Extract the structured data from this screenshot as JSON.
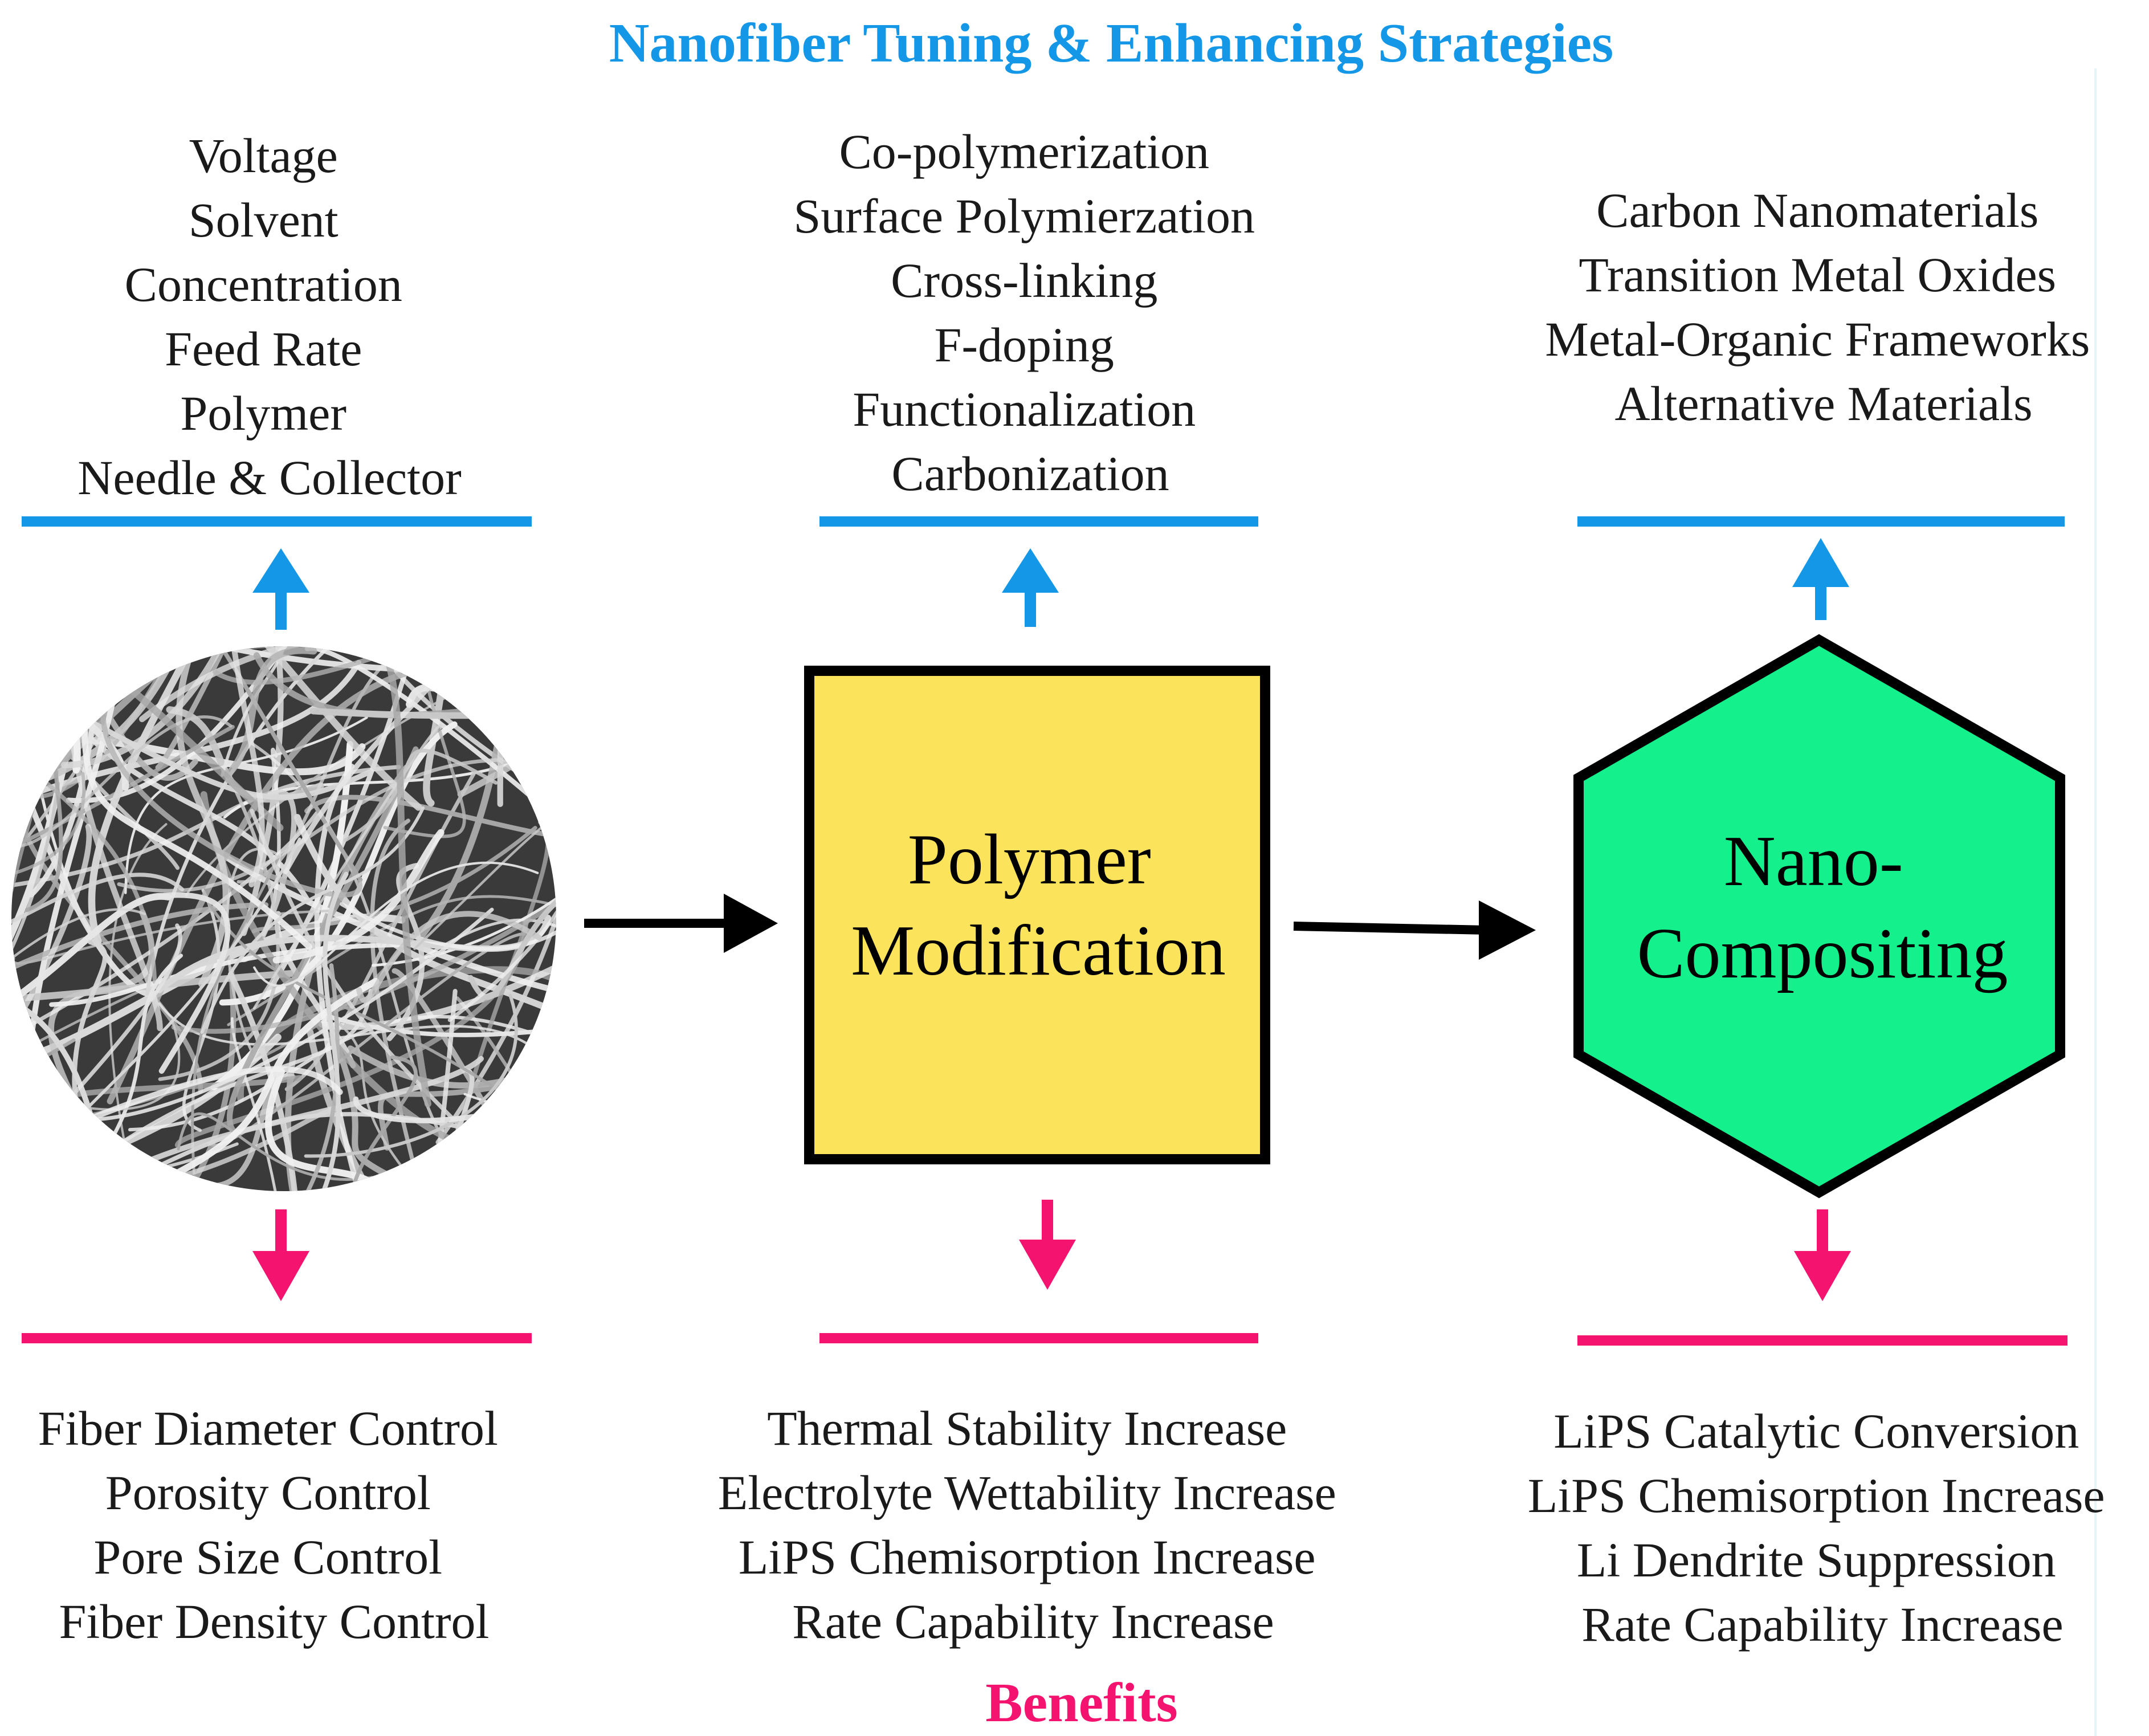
{
  "title": "Nanofiber Tuning & Enhancing Strategies",
  "footer_label": "Benefits",
  "colors": {
    "title": "#1597E8",
    "strategy_line": "#1597E8",
    "benefit_line": "#F4136F",
    "polymer_box_fill": "#FCE35C",
    "nano_hex_fill": "#13F08C",
    "outline": "#000000"
  },
  "sem_image": {
    "icon": "nanofiber-sem-micrograph"
  },
  "stages": [
    {
      "label_lines": [],
      "strategies": [
        "Voltage",
        "Solvent",
        "Concentration",
        "Feed Rate",
        "Polymer",
        "Needle & Collector"
      ],
      "benefits": [
        "Fiber Diameter Control",
        "Porosity Control",
        "Pore Size Control",
        "Fiber Density Control"
      ]
    },
    {
      "label_lines": [
        "Polymer",
        "Modification"
      ],
      "strategies": [
        "Co-polymerization",
        "Surface Polymierzation",
        "Cross-linking",
        "F-doping",
        "Functionalization",
        "Carbonization"
      ],
      "benefits": [
        "Thermal Stability Increase",
        "Electrolyte Wettability Increase",
        "LiPS Chemisorption Increase",
        "Rate Capability Increase"
      ]
    },
    {
      "label_lines": [
        "Nano-",
        "Compositing"
      ],
      "strategies": [
        "Carbon Nanomaterials",
        "Transition Metal Oxides",
        "Metal-Organic Frameworks",
        "Alternative Materials"
      ],
      "benefits": [
        "LiPS Catalytic Conversion",
        "LiPS Chemisorption Increase",
        "Li Dendrite Suppression",
        "Rate Capability Increase"
      ]
    }
  ]
}
